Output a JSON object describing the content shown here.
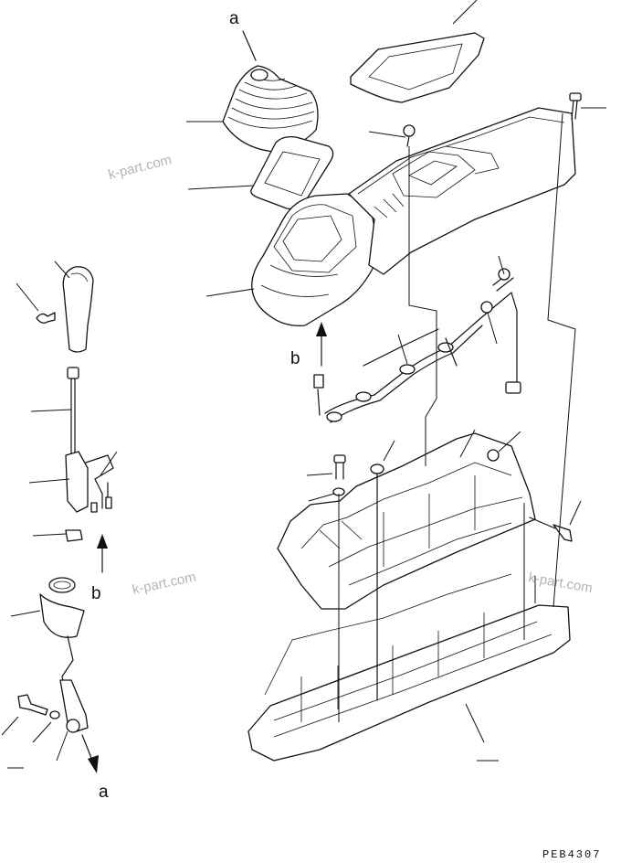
{
  "diagram": {
    "callouts": {
      "a_top": "a",
      "a_bottom": "a",
      "b_left": "b",
      "b_right": "b"
    },
    "drawing_code": "PEB4307",
    "watermark": "k-part.com"
  }
}
